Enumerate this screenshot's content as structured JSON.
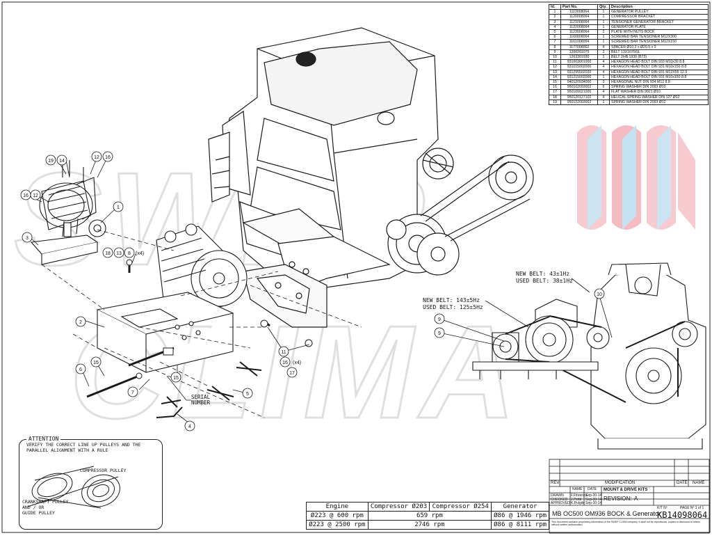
{
  "parts_table": {
    "headers": [
      "Id.",
      "Part No.",
      "Qty.",
      "Description"
    ],
    "rows": [
      [
        "1",
        "1113008064",
        "1",
        "GENERATOR PULLEY"
      ],
      [
        "2",
        "1120008064",
        "1",
        "COMPRESSOR BRACKET"
      ],
      [
        "3",
        "1121008064",
        "1",
        "TENSIONER GENERATOR BRACKET"
      ],
      [
        "4",
        "1122008064",
        "1",
        "GENERATOR PLATE"
      ],
      [
        "5",
        "1123008064",
        "2",
        "PLATE WITH NUTS BOCK"
      ],
      [
        "6",
        "1160008064",
        "1",
        "SCREWED BAR TENSIONER M12X300"
      ],
      [
        "7",
        "1161008064",
        "1",
        "SCREWED BAR TENSIONER M12X150"
      ],
      [
        "8",
        "1177008002",
        "4",
        "SPACER Ø10.2 x Ø20.5 x 3"
      ],
      [
        "9",
        "1260201075",
        "2",
        "BELT 13X1075GL"
      ],
      [
        "10",
        "1263301930",
        "1",
        "BELT 2HB 1930 (B73)"
      ],
      [
        "11",
        "931003001000",
        "4",
        "HEXAGON HEAD BOLT DIN 933 M10x30 8.8"
      ],
      [
        "12",
        "931015002000",
        "4",
        "HEXAGON HEAD BOLT DIN 931 M10x150 8.8"
      ],
      [
        "13",
        "931295502020",
        "4",
        "HEXAGON HEAD BOLT DIN 931 M12X55 12.9"
      ],
      [
        "14",
        "931215002000",
        "1",
        "HEXAGON HEAD BOLT DIN 931 M10x150 8.8"
      ],
      [
        "15",
        "940120934000",
        "3",
        "HEXAGONAL NUT DIN 934 M12 8.8"
      ],
      [
        "16",
        "950102093002",
        "6",
        "SPRING WASHER DIN 2093 Ø10"
      ],
      [
        "17",
        "950109021000",
        "4",
        "FLAT WASHER DIN 9021 Ø10"
      ],
      [
        "18",
        "950120127102",
        "4",
        "HELICAL SPRING WASHER DIN 127 Ø12"
      ],
      [
        "19",
        "950122093002",
        "1",
        "SPRING WASHER DIN 2093 Ø12"
      ]
    ]
  },
  "callouts": {
    "c19": "19",
    "c14": "14",
    "c12a": "12",
    "c16a": "16",
    "c16b": "16",
    "c12b": "12",
    "c1": "1",
    "c3": "3",
    "c18": "18",
    "c13": "13",
    "c8": "8",
    "x4a": "(x4)",
    "c2": "2",
    "c6": "6",
    "c15a": "15",
    "c15b": "15",
    "c7": "7",
    "c4": "4",
    "c5": "5",
    "c11": "11",
    "c16c": "16",
    "x4b": "(x4)",
    "c17": "17",
    "c9a": "9",
    "c9b": "9",
    "c10": "10"
  },
  "labels": {
    "serial_number": "SERIAL\nNUMBER",
    "new_belt_10": "NEW BELT: 43±1Hz",
    "used_belt_10": "USED BELT: 38±1Hz",
    "new_belt_9": "NEW BELT: 143±5Hz",
    "used_belt_9": "USED BELT: 125±5Hz"
  },
  "watermark": {
    "line1": "SWEP",
    "line2": "CLIMA",
    "color": "#e8e8e8"
  },
  "attention": {
    "title": "ATTENTION",
    "text": "VERIFY THE CORRECT LINE UP PULLEYS AND THE PARALLEL ALIGNMENT WITH A RULE",
    "compressor_pulley": "COMPRESSOR PULLEY",
    "crankshaft": "CRANKSHAFT PULLEY\nAND / OR\nGUIDE PULLEY"
  },
  "rpm_table": {
    "headers": [
      "Engine",
      "Compressor Ø203",
      "Compressor Ø254",
      "Generator"
    ],
    "rows": [
      [
        "Ø223 @ 600 rpm",
        "659 rpm",
        "Ø86 @ 1946 rpm"
      ],
      [
        "Ø223 @ 2500 rpm",
        "2746 rpm",
        "Ø86 @ 8111 rpm"
      ]
    ]
  },
  "title_block": {
    "rev": "REV",
    "modification": "MODIFICATION",
    "date": "DATE",
    "name": "NAME",
    "name_col": "NAME",
    "date_col": "DATE",
    "drawn": "DRAWN",
    "drawn_name": "F.Fiorenza",
    "drawn_date": "Sep-30-14",
    "checked": "CHECKED",
    "checked_name": "J.Pettit",
    "checked_date": "Sep-30-14",
    "approved": "APPROVED",
    "approved_name": "K.Pulgile",
    "approved_date": "Sep-30-14",
    "kit_type": "MOUNT & DRIVE KITS",
    "revision_label": "REVISION:",
    "revision": "A",
    "kit_no_label": "KIT Nº",
    "page_label": "PAGE Nº 1 of 1",
    "title": "MB OC500 OM936 BOCK & Generator",
    "kit_no": "KB14098064",
    "legal": "This document contains proprietary information of the SWEP CLIMA company. It shall not be reproduced, copied or disclosed to others without written authorization."
  },
  "colors": {
    "line": "#1a1a1a",
    "logo_red": "#f4b6bd",
    "logo_blue": "#b9dcef"
  }
}
